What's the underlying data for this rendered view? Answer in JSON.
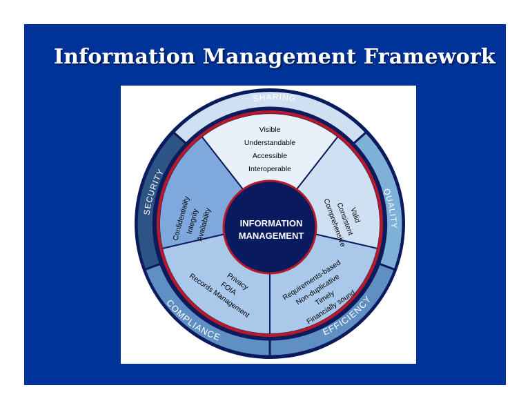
{
  "slide": {
    "title": "Information Management Framework"
  },
  "diagram": {
    "center": {
      "line1": "INFORMATION",
      "line2": "MANAGEMENT"
    },
    "ring_labels": {
      "sharing": "SHARING",
      "quality": "QUALITY",
      "efficiency": "EFFICIENCY",
      "compliance": "COMPLIANCE",
      "security": "SECURITY"
    },
    "segments": {
      "sharing": [
        "Visible",
        "Understandable",
        "Accessible",
        "Interoperable"
      ],
      "quality": [
        "Valid",
        "Consistent",
        "Comprehensive"
      ],
      "efficiency": [
        "Requirements-based",
        "Non-duplicative",
        "Timely",
        "Financially sound"
      ],
      "compliance": [
        "Privacy",
        "FOIA",
        "Records Management"
      ],
      "security": [
        "Confidentiality",
        "Integrity",
        "Availability"
      ]
    }
  },
  "colors": {
    "background": "#003399",
    "outer_ring": "#0b1b5e",
    "center": "#0a1a5e",
    "red_ring": "#b51a2a"
  }
}
